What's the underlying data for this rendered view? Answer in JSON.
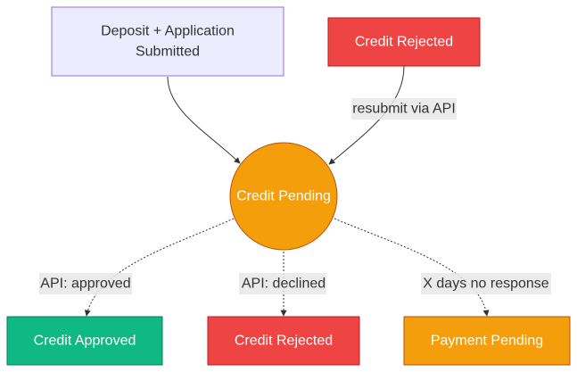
{
  "diagram": {
    "nodes": {
      "deposit": {
        "line1": "Deposit + Application",
        "line2": "Submitted",
        "fill": "#ECECFF",
        "stroke": "#9370DB",
        "text_color": "#333333"
      },
      "rejected_top": {
        "label": "Credit Rejected",
        "fill": "#EF4444",
        "stroke": "#B91C1C",
        "text_color": "#FFFFFF"
      },
      "pending": {
        "label": "Credit Pending",
        "fill": "#F59E0B",
        "stroke": "#B45309",
        "text_color": "#FFFFFF"
      },
      "approved": {
        "label": "Credit Approved",
        "fill": "#10B981",
        "stroke": "#047857",
        "text_color": "#FFFFFF"
      },
      "rejected_bottom": {
        "label": "Credit Rejected",
        "fill": "#EF4444",
        "stroke": "#B91C1C",
        "text_color": "#FFFFFF"
      },
      "payment_pending": {
        "label": "Payment Pending",
        "fill": "#F59E0B",
        "stroke": "#B45309",
        "text_color": "#FFFFFF"
      }
    },
    "edge_labels": {
      "resubmit": "resubmit via API",
      "approved": "API: approved",
      "declined": "API: declined",
      "no_response": "X days no response"
    },
    "colors": {
      "edge": "#333333",
      "label_background": "#E8E8E8"
    }
  }
}
